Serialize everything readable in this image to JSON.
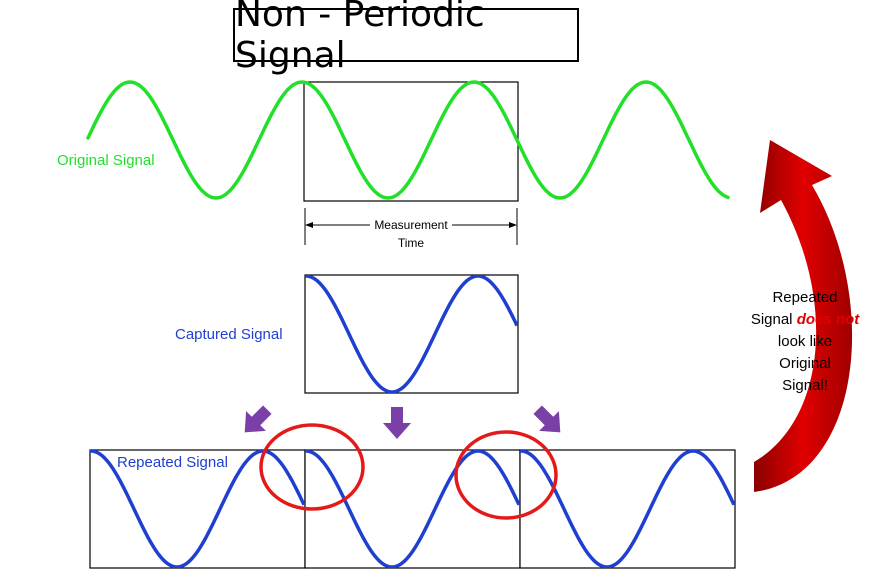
{
  "title": "Non - Periodic Signal",
  "labels": {
    "original": "Original Signal",
    "captured": "Captured Signal",
    "repeated": "Repeated Signal",
    "measurement_line1": "Measurement",
    "measurement_line2": "Time"
  },
  "note": {
    "line1": "Repeated",
    "line2_pre": "Signal ",
    "line2_emph": "does not",
    "line3": "look like",
    "line4": "Original",
    "line5": "Signal!"
  },
  "colors": {
    "original_signal": "#22e02a",
    "captured_signal": "#1f3fd0",
    "mismatch_circle": "#e41a1a",
    "down_arrows": "#7b3fa8",
    "return_arrow": "#c00000"
  }
}
